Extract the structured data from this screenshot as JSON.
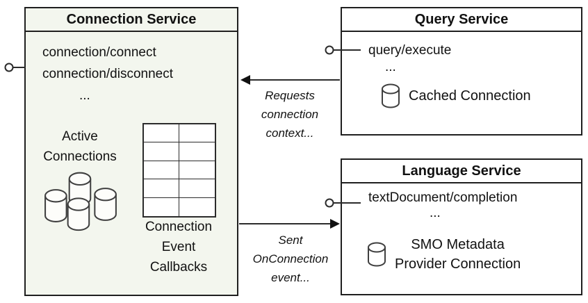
{
  "connection_service": {
    "title": "Connection Service",
    "method_1": "connection/connect",
    "method_2": "connection/disconnect",
    "ellipsis": "...",
    "active_connections_label": "Active\nConnections",
    "callbacks_label": "Connection\nEvent\nCallbacks"
  },
  "query_service": {
    "title": "Query Service",
    "method": "query/execute",
    "ellipsis": "...",
    "cached_connection_label": "Cached Connection"
  },
  "language_service": {
    "title": "Language Service",
    "method": "textDocument/completion",
    "ellipsis": "...",
    "smo_label": "SMO Metadata\nProvider Connection"
  },
  "edges": {
    "requests_label": "Requests\nconnection\ncontext...",
    "sent_label": "Sent\nOnConnection\nevent..."
  },
  "colors": {
    "connection_box_fill": "#f3f6ee",
    "service_box_fill": "#ffffff",
    "border": "#1f1f1f"
  }
}
